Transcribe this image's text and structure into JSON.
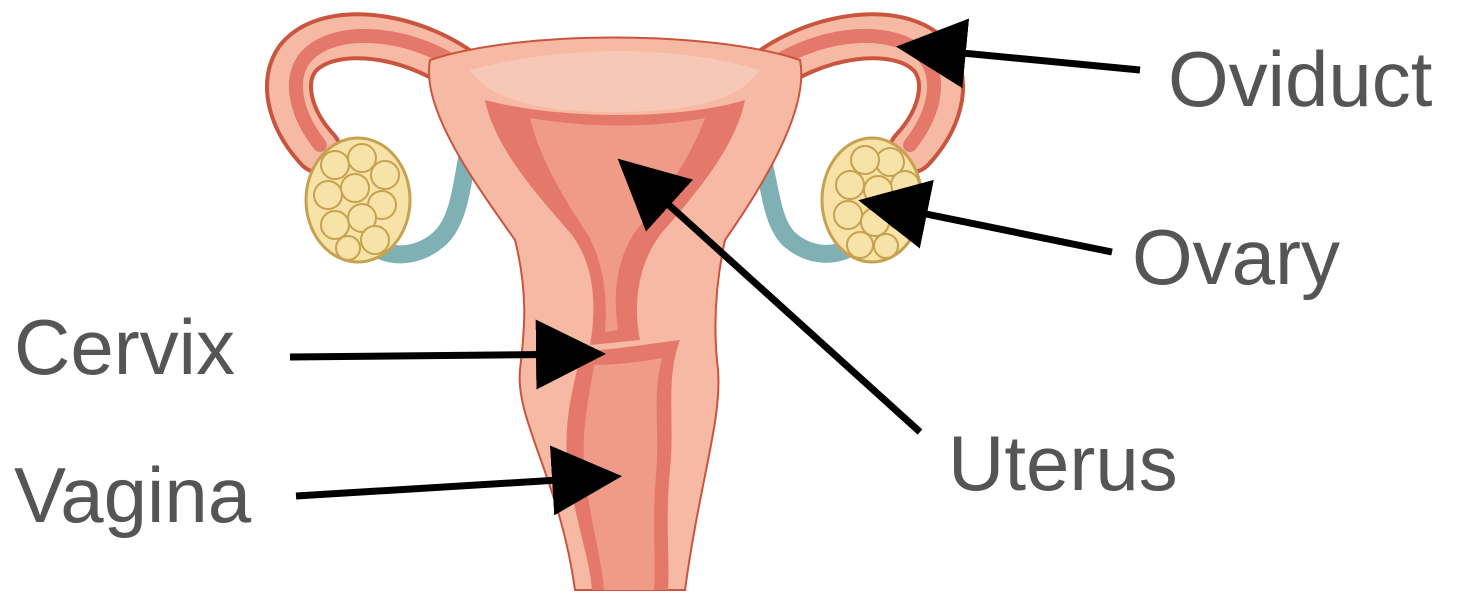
{
  "labels": {
    "oviduct": "Oviduct",
    "ovary": "Ovary",
    "cervix": "Cervix",
    "uterus": "Uterus",
    "vagina": "Vagina"
  },
  "colors": {
    "label_text": "#555555",
    "arrow": "#000000",
    "tissue_outer": "#f6b9a3",
    "tissue_outline": "#c9553f",
    "tissue_inner": "#e4786a",
    "cavity": "#f09a88",
    "ovary_fill": "#f7e2a8",
    "ovary_outline": "#c6a24f",
    "ligament": "#7fb0b4"
  },
  "icons": {
    "arrow": "arrow-icon"
  }
}
